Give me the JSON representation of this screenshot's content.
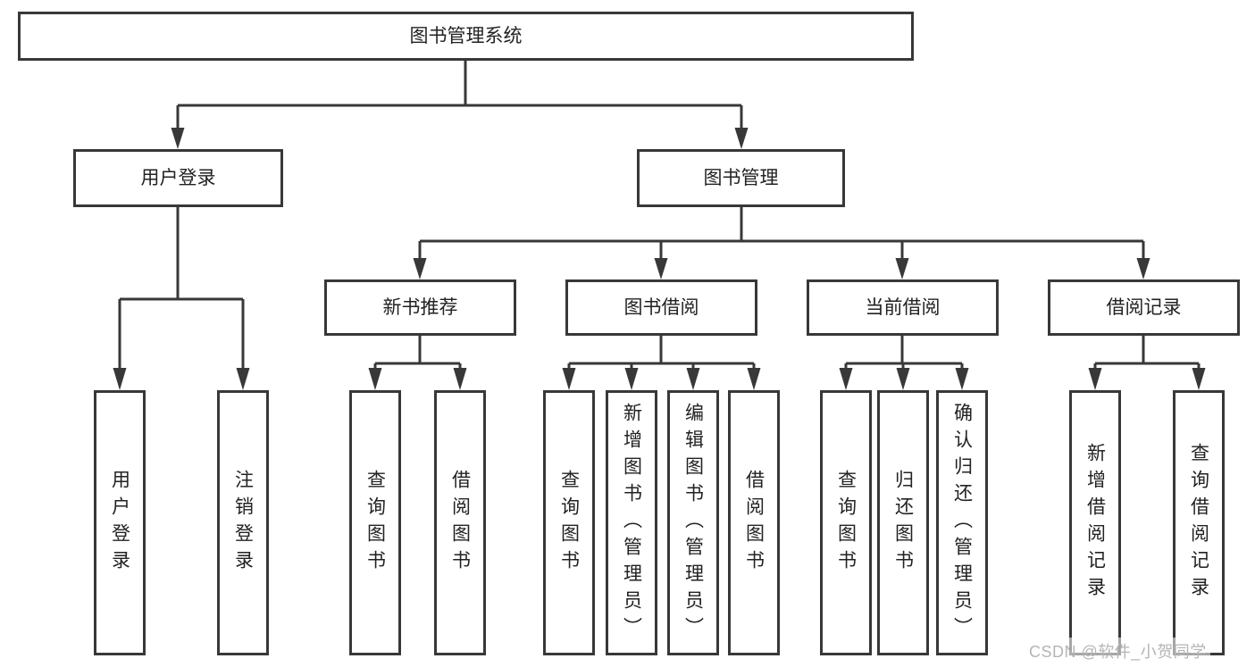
{
  "tree": {
    "label": "图书管理系统",
    "children": [
      {
        "label": "用户登录",
        "children": [
          {
            "label": "用户登录"
          },
          {
            "label": "注销登录"
          }
        ]
      },
      {
        "label": "图书管理",
        "children": [
          {
            "label": "新书推荐",
            "children": [
              {
                "label": "查询图书"
              },
              {
                "label": "借阅图书"
              }
            ]
          },
          {
            "label": "图书借阅",
            "children": [
              {
                "label": "查询图书"
              },
              {
                "label": "新增图书（管理员）"
              },
              {
                "label": "编辑图书（管理员）"
              },
              {
                "label": "借阅图书"
              }
            ]
          },
          {
            "label": "当前借阅",
            "children": [
              {
                "label": "查询图书"
              },
              {
                "label": "归还图书"
              },
              {
                "label": "确认归还（管理员）"
              }
            ]
          },
          {
            "label": "借阅记录",
            "children": [
              {
                "label": "新增借阅记录"
              },
              {
                "label": "查询借阅记录"
              }
            ]
          }
        ]
      }
    ]
  },
  "watermark": {
    "text": "CSDN @软件_小贺同学",
    "color": "#b5b5b5"
  },
  "colors": {
    "line": "#383838",
    "box_border": "#383838",
    "box_fill": "#ffffff",
    "text": "#222222",
    "background": "#ffffff"
  }
}
